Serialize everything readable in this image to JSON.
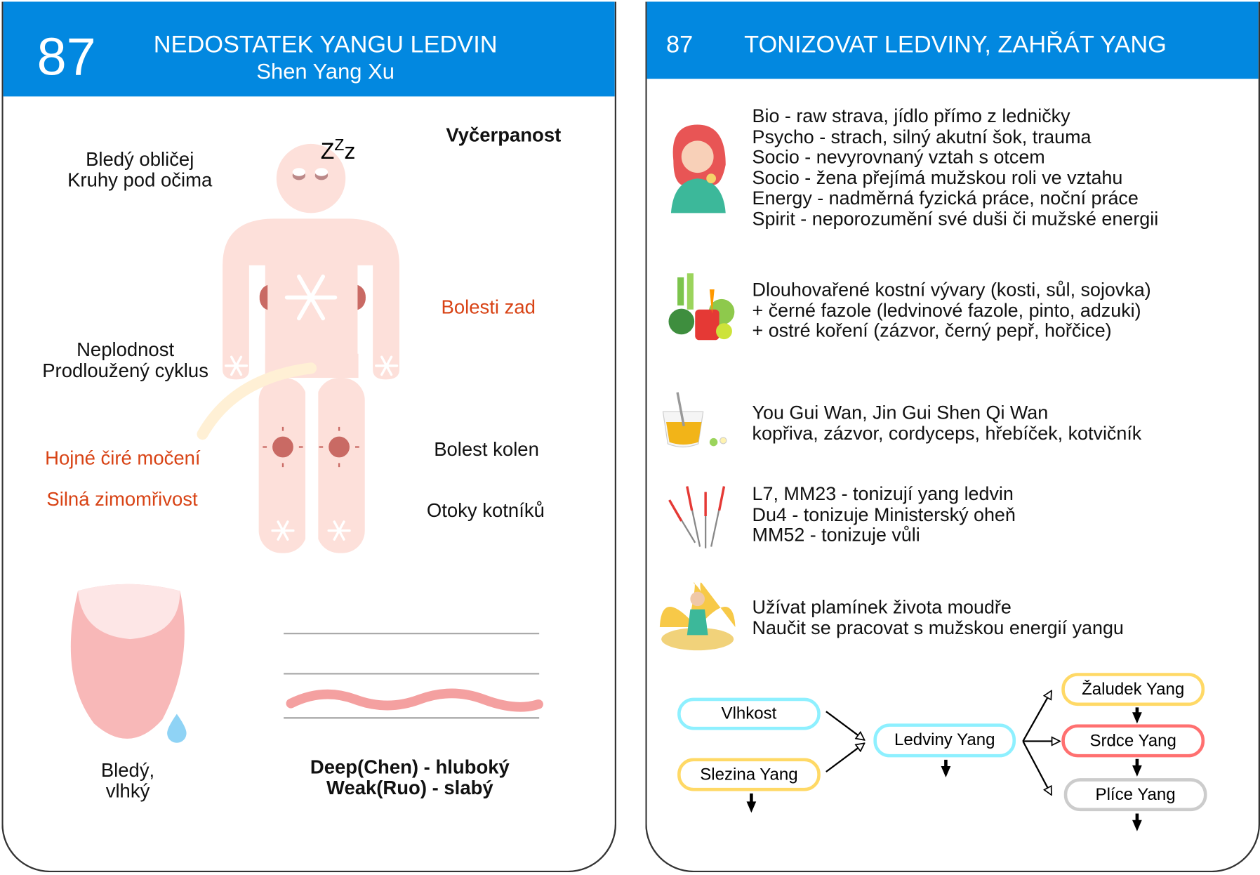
{
  "left_card": {
    "number": "87",
    "title": "NEDOSTATEK YANGU LEDVIN",
    "subtitle": "Shen Yang Xu",
    "symptoms": {
      "face_1": "Bledý obličej",
      "face_2": "Kruhy pod očima",
      "exhaustion": "Vyčerpanost",
      "zzz": "Z",
      "back": "Bolesti zad",
      "infertility_1": "Neplodnost",
      "infertility_2": "Prodloužený cyklus",
      "urination": "Hojné čiré močení",
      "cold": "Silná zimomřivost",
      "knees": "Bolest kolen",
      "ankles": "Otoky kotníků"
    },
    "tongue_1": "Bledý,",
    "tongue_2": "vlhký",
    "pulse_1": "Deep(Chen) - hluboký",
    "pulse_2": "Weak(Ruo) - slabý"
  },
  "right_card": {
    "number": "87",
    "title": "TONIZOVAT LEDVINY, ZAHŘÁT YANG",
    "causes": [
      "Bio - raw strava, jídlo přímo z ledničky",
      "Psycho - strach, silný akutní šok, trauma",
      "Socio - nevyrovnaný vztah s otcem",
      "Socio - žena přejímá mužskou roli ve vztahu",
      "Energy - nadměrná fyzická práce, noční práce",
      "Spirit - neporozumění své duši či mužské energii"
    ],
    "food": [
      "Dlouhovařené kostní vývary (kosti, sůl, sojovka)",
      "+ černé fazole (ledvinové fazole, pinto, adzuki)",
      "+ ostré koření (zázvor, černý pepř, hořčice)"
    ],
    "herbs": [
      "You Gui Wan, Jin Gui Shen Qi Wan",
      "kopřiva, zázvor, cordyceps, hřebíček, kotvičník"
    ],
    "points": [
      "L7, MM23 - tonizují yang ledvin",
      "Du4 - tonizuje Ministerský oheň",
      "MM52 - tonizuje vůli"
    ],
    "practice": [
      "Užívat plamínek života moudře",
      "Naučit se pracovat s mužskou energií yangu"
    ],
    "flow": {
      "vlhkost": "Vlhkost",
      "slezina": "Slezina Yang",
      "ledviny": "Ledviny Yang",
      "zaludek": "Žaludek Yang",
      "srdce": "Srdce Yang",
      "plice": "Plíce Yang"
    }
  },
  "colors": {
    "header": "#0288e0",
    "accent_red": "#d84315",
    "body": "#fde0da",
    "cyan": "#8ef0ff",
    "yellow": "#ffd966",
    "pink": "#ff7070",
    "gray": "#cccccc"
  }
}
